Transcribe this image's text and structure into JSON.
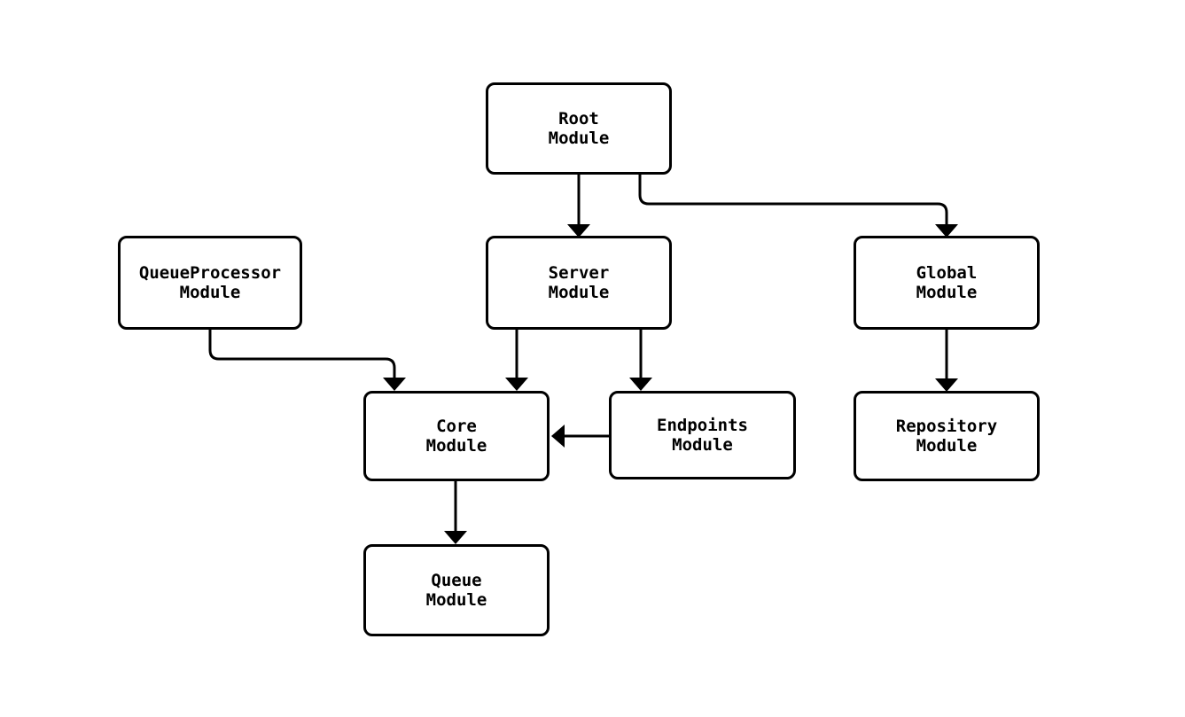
{
  "diagram": {
    "colors": {
      "stroke": "#000000",
      "node_fill": "#ffffff",
      "background": "#ffffff",
      "text": "#000000"
    },
    "nodes": [
      {
        "id": "root",
        "line1": "Root",
        "line2": "Module"
      },
      {
        "id": "queueprocessor",
        "line1": "QueueProcessor",
        "line2": "Module"
      },
      {
        "id": "server",
        "line1": "Server",
        "line2": "Module"
      },
      {
        "id": "global",
        "line1": "Global",
        "line2": "Module"
      },
      {
        "id": "core",
        "line1": "Core",
        "line2": "Module"
      },
      {
        "id": "endpoints",
        "line1": "Endpoints",
        "line2": "Module"
      },
      {
        "id": "repository",
        "line1": "Repository",
        "line2": "Module"
      },
      {
        "id": "queue",
        "line1": "Queue",
        "line2": "Module"
      }
    ],
    "edges": [
      {
        "from": "Root Module",
        "to": "Server Module"
      },
      {
        "from": "Root Module",
        "to": "Global Module"
      },
      {
        "from": "QueueProcessor Module",
        "to": "Core Module"
      },
      {
        "from": "Server Module",
        "to": "Core Module"
      },
      {
        "from": "Server Module",
        "to": "Endpoints Module"
      },
      {
        "from": "Endpoints Module",
        "to": "Core Module"
      },
      {
        "from": "Global Module",
        "to": "Repository Module"
      },
      {
        "from": "Core Module",
        "to": "Queue Module"
      }
    ]
  }
}
